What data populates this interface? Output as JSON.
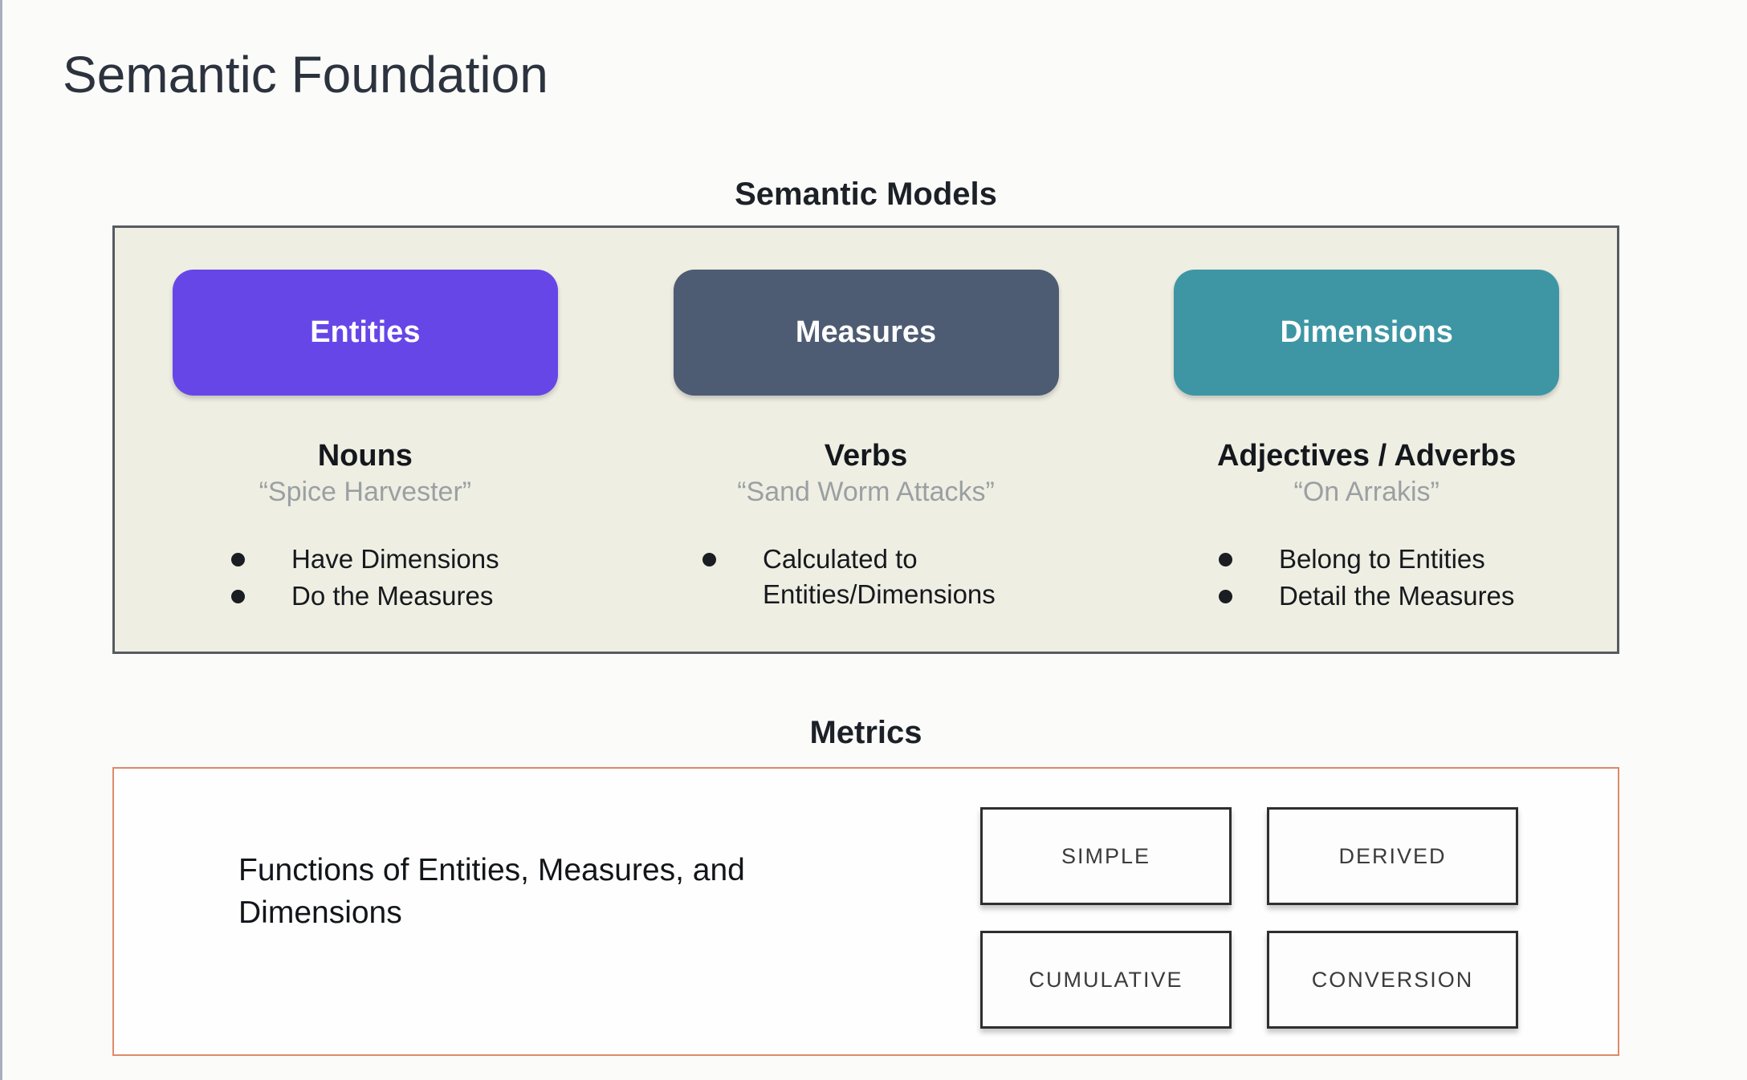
{
  "slide": {
    "title": "Semantic Foundation"
  },
  "semantic_models": {
    "heading": "Semantic Models",
    "columns": [
      {
        "pill": "Entities",
        "part_of_speech": "Nouns",
        "example": "“Spice Harvester”",
        "bullets": [
          "Have Dimensions",
          "Do the Measures"
        ]
      },
      {
        "pill": "Measures",
        "part_of_speech": "Verbs",
        "example": "“Sand Worm Attacks”",
        "bullets": [
          "Calculated to Entities/Dimensions"
        ]
      },
      {
        "pill": "Dimensions",
        "part_of_speech": "Adjectives / Adverbs",
        "example": "“On Arrakis”",
        "bullets": [
          "Belong to Entities",
          "Detail the Measures"
        ]
      }
    ]
  },
  "metrics": {
    "heading": "Metrics",
    "description": "Functions of Entities, Measures, and Dimensions",
    "types": [
      "SIMPLE",
      "DERIVED",
      "CUMULATIVE",
      "CONVERSION"
    ]
  },
  "colors": {
    "entities_pill": "#6746e8",
    "measures_pill": "#4d5c72",
    "dimensions_pill": "#3e96a5",
    "models_panel_bg": "#efeee3",
    "models_panel_border": "#565b61",
    "metrics_panel_border": "#dd8a6a",
    "example_text": "#9aa0a2",
    "title_text": "#2c333e"
  }
}
